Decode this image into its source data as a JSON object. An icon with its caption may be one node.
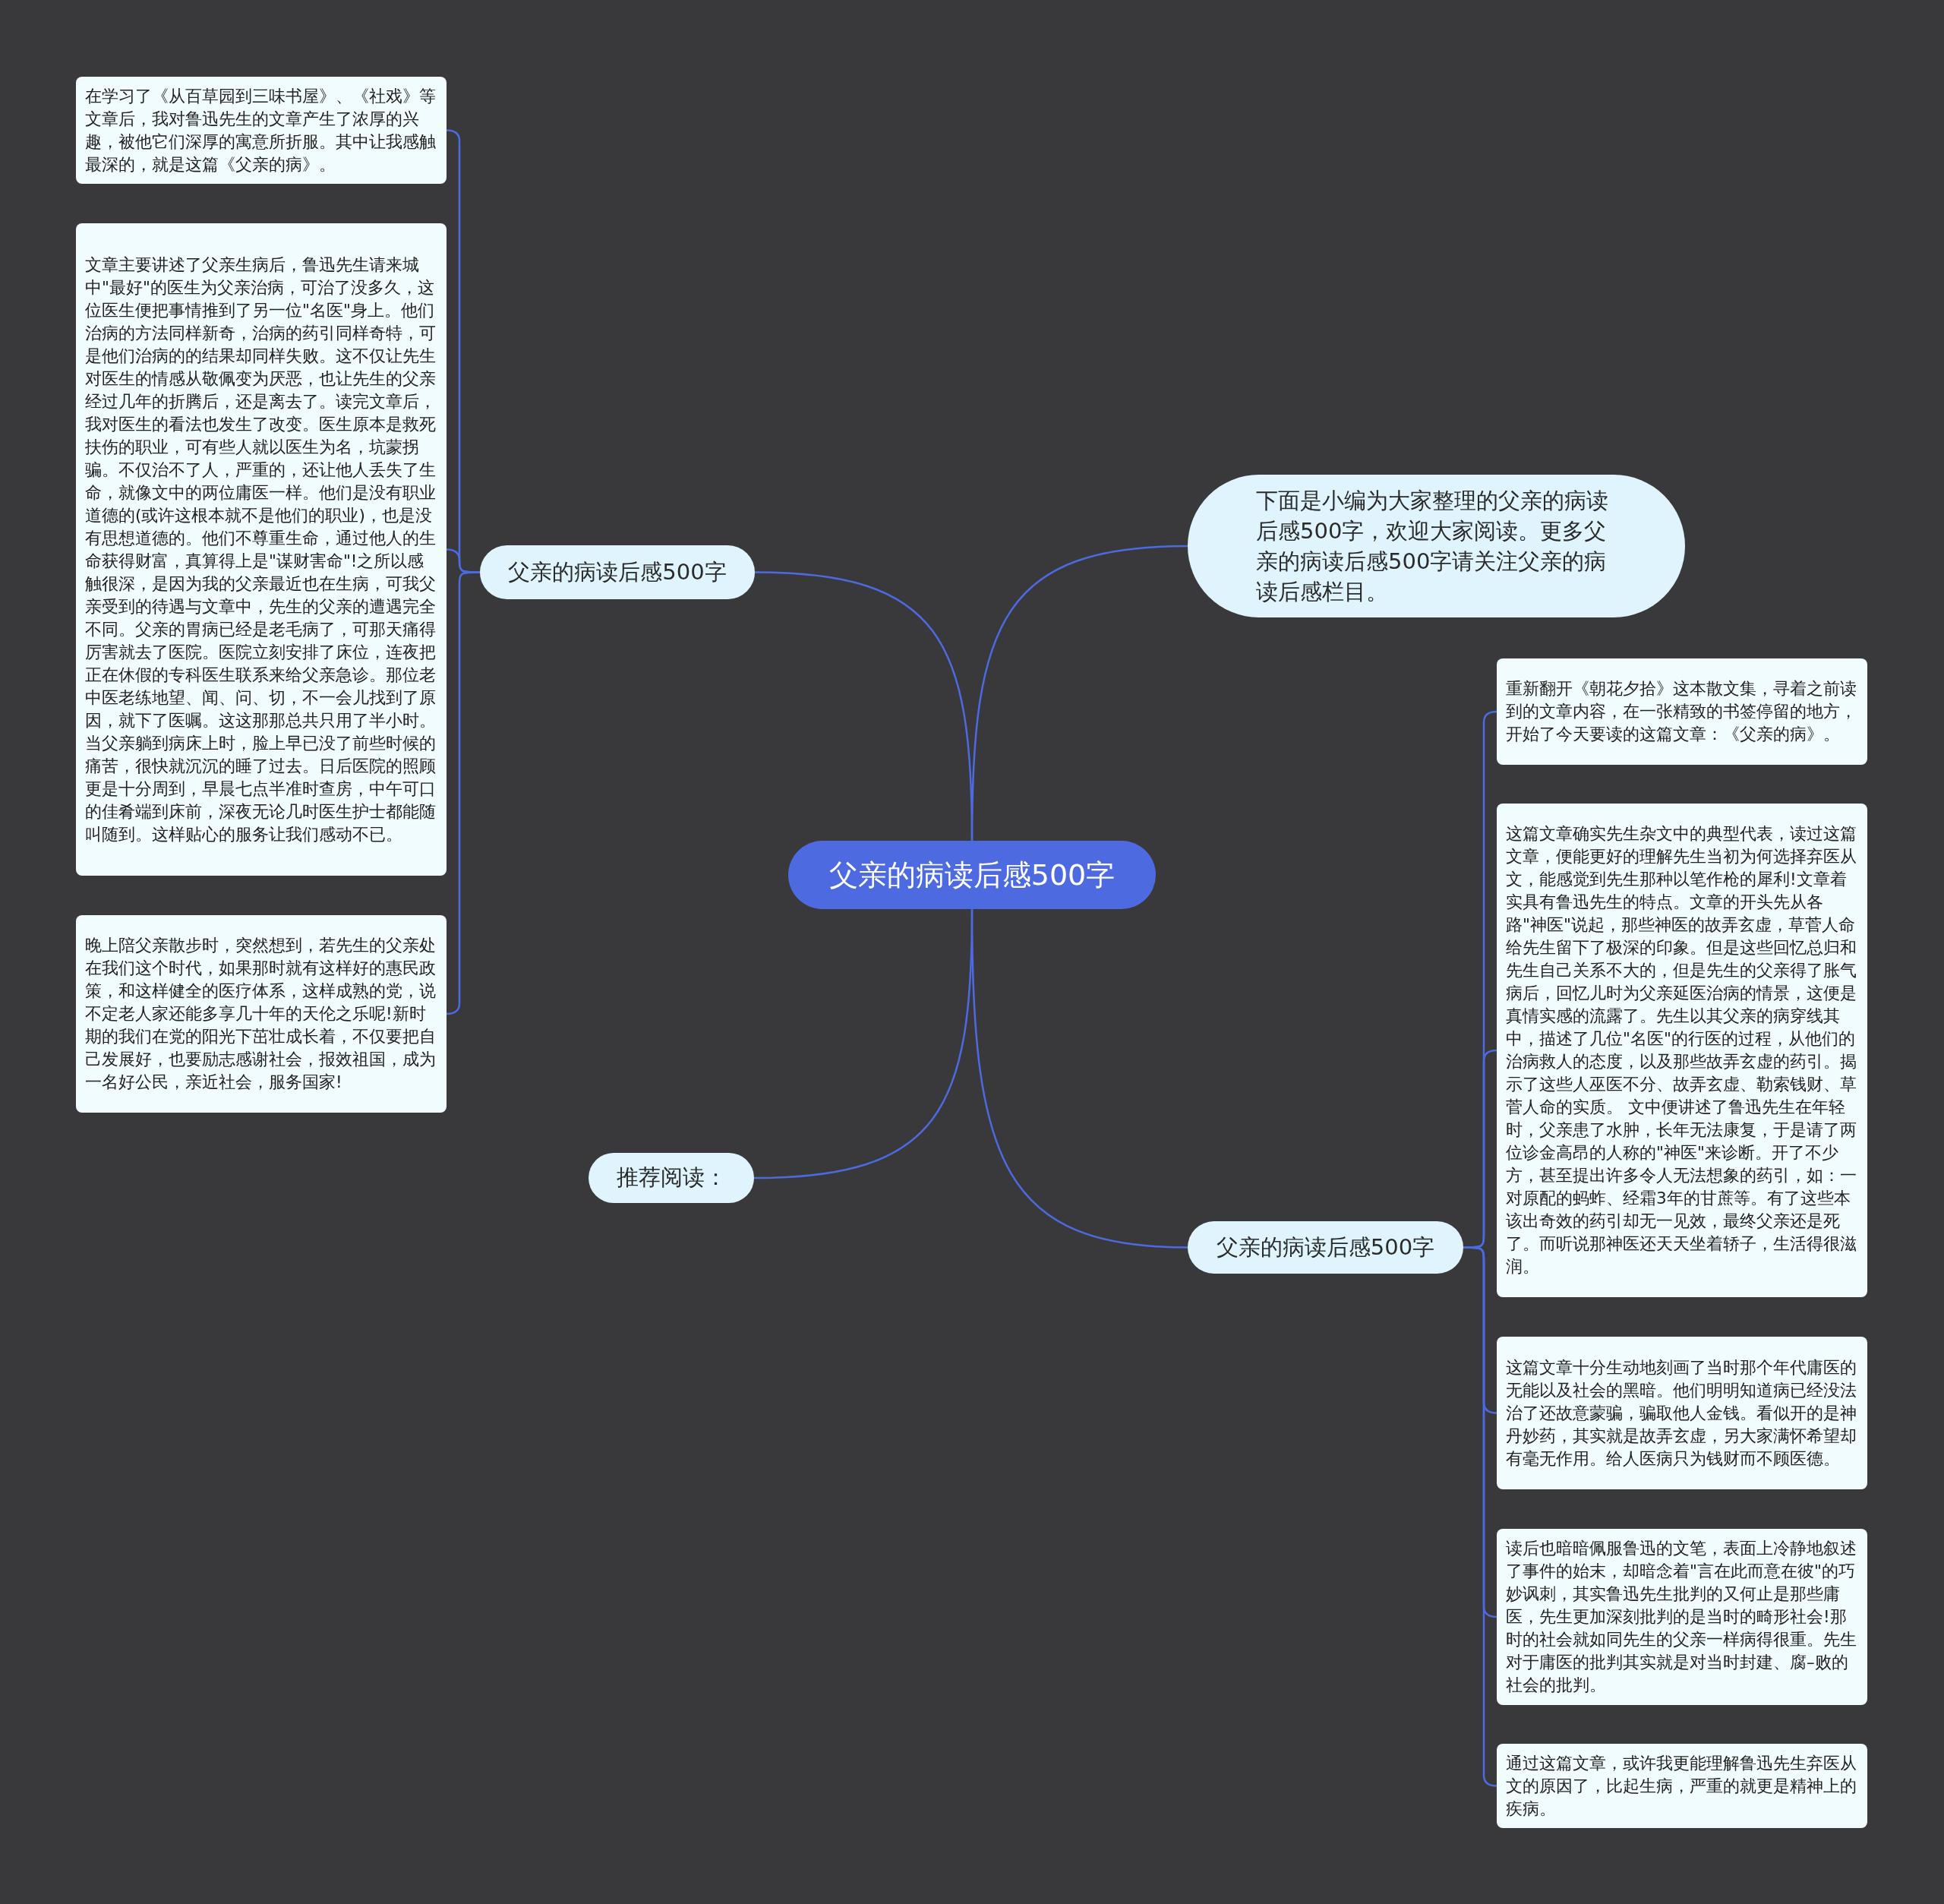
{
  "diagram": {
    "nodes": [
      {
        "text": [
          "父亲的病读后感500字"
        ]
      },
      {
        "text": [
          "父亲的病读后感500字"
        ]
      },
      {
        "text": [
          "在学习了《从百草园到三味书屋》、《社戏》等文章后，我对鲁迅先生的文章产生了浓厚的兴趣，被他它们深厚的寓意所折服。其中让我感触最深的，就是这篇《父亲的病》。"
        ]
      },
      {
        "text": [
          "文章主要讲述了父亲生病后，鲁迅先生请来城中\"最好\"的医生为父亲治病，可治了没多久，这位医生便把事情推到了另一位\"名医\"身上。他们治病的方法同样新奇，治病的药引同样奇特，可是他们治病的的结果却同样失败。这不仅让先生对医生的情感从敬佩变为厌恶，也让先生的父亲经过几年的折腾后，还是离去了。读完文章后，我对医生的看法也发生了改变。医生原本是救死扶伤的职业，可有些人就以医生为名，坑蒙拐骗。不仅治不了人，严重的，还让他人丢失了生命，就像文中的两位庸医一样。他们是没有职业道德的(或许这根本就不是他们的职业)，也是没有思想道德的。他们不尊重生命，通过他人的生命获得财富，真算得上是\"谋财害命\"!之所以感触很深，是因为我的父亲最近也在生病，可我父亲受到的待遇与文章中，先生的父亲的遭遇完全不同。父亲的胃病已经是老毛病了，可那天痛得厉害就去了医院。医院立刻安排了床位，连夜把正在休假的专科医生联系来给父亲急诊。那位老中医老练地望、闻、问、切，不一会儿找到了原因，就下了医嘱。这这那那总共只用了半小时。当父亲躺到病床上时，脸上早已没了前些时候的痛苦，很快就沉沉的睡了过去。日后医院的照顾更是十分周到，早晨七点半准时查房，中午可口的佳肴端到床前，深夜无论几时医生护士都能随叫随到。这样贴心的服务让我们感动不已。"
        ]
      },
      {
        "text": [
          "晚上陪父亲散步时，突然想到，若先生的父亲处在我们这个时代，如果那时就有这样好的惠民政策，和这样健全的医疗体系，这样成熟的党，说不定老人家还能多享几十年的天伦之乐呢!新时期的我们在党的阳光下茁壮成长着，不仅要把自己发展好，也要励志感谢社会，报效祖国，成为一名好公民，亲近社会，服务国家!"
        ]
      },
      {
        "text": [
          "推荐阅读："
        ]
      },
      {
        "text": [
          "下面是小编为大家整理的父亲的病读后感500字，欢迎大家阅读。更多父亲的病读后感500字请关注父亲的病读后感栏目。"
        ]
      },
      {
        "text": [
          "父亲的病读后感500字"
        ]
      },
      {
        "text": [
          "重新翻开《朝花夕拾》这本散文集，寻着之前读到的文章内容，在一张精致的书签停留的地方，开始了今天要读的这篇文章：《父亲的病》。"
        ]
      },
      {
        "text": [
          "这篇文章确实先生杂文中的典型代表，读过这篇文章，便能更好的理解先生当初为何选择弃医从文，能感觉到先生那种以笔作枪的犀利!文章着实具有鲁迅先生的特点。文章的开头先从各路\"神医\"说起，那些神医的故弄玄虚，草菅人命给先生留下了极深的印象。但是这些回忆总归和先生自己关系不大的，但是先生的父亲得了胀气病后，回忆儿时为父亲延医治病的情景，这便是真情实感的流露了。先生以其父亲的病穿线其中，描述了几位\"名医\"的行医的过程，从他们的治病救人的态度，以及那些故弄玄虚的药引。揭示了这些人巫医不分、故弄玄虚、勒索钱财、草菅人命的实质。 文中便讲述了鲁迅先生在年轻时，父亲患了水肿，长年无法康复，于是请了两位诊金高昂的人称的\"神医\"来诊断。开了不少方，甚至提出许多令人无法想象的药引，如：一对原配的蚂蚱、经霜3年的甘蔗等。有了这些本该出奇效的药引却无一见效，最终父亲还是死了。而听说那神医还天天坐着轿子，生活得很滋润。"
        ]
      },
      {
        "text": [
          "这篇文章十分生动地刻画了当时那个年代庸医的无能以及社会的黑暗。他们明明知道病已经没法治了还故意蒙骗，骗取他人金钱。看似开的是神丹妙药，其实就是故弄玄虚，另大家满怀希望却有毫无作用。给人医病只为钱财而不顾医德。"
        ]
      },
      {
        "text": [
          "读后也暗暗佩服鲁迅的文笔，表面上冷静地叙述了事件的始末，却暗念着\"言在此而意在彼\"的巧妙讽刺，其实鲁迅先生批判的又何止是那些庸医，先生更加深刻批判的是当时的畸形社会!那时的社会就如同先生的父亲一样病得很重。先生对于庸医的批判其实就是对当时封建、腐–败的社会的批判。"
        ]
      },
      {
        "text": [
          "通过这篇文章，或许我更能理解鲁迅先生弃医从文的原因了，比起生病，严重的就更是精神上的疾病。"
        ]
      }
    ],
    "edges": [
      {
        "from": 0,
        "to": 1,
        "arrow": "none"
      },
      {
        "from": 1,
        "to": 2,
        "arrow": "none"
      },
      {
        "from": 1,
        "to": 3,
        "arrow": "none"
      },
      {
        "from": 1,
        "to": 4,
        "arrow": "none"
      },
      {
        "from": 0,
        "to": 5,
        "arrow": "none"
      },
      {
        "from": 0,
        "to": 6,
        "arrow": "none"
      },
      {
        "from": 0,
        "to": 7,
        "arrow": "none"
      },
      {
        "from": 7,
        "to": 8,
        "arrow": "none"
      },
      {
        "from": 7,
        "to": 9,
        "arrow": "none"
      },
      {
        "from": 7,
        "to": 10,
        "arrow": "none"
      },
      {
        "from": 7,
        "to": 11,
        "arrow": "none"
      },
      {
        "from": 7,
        "to": 12,
        "arrow": "none"
      }
    ]
  }
}
